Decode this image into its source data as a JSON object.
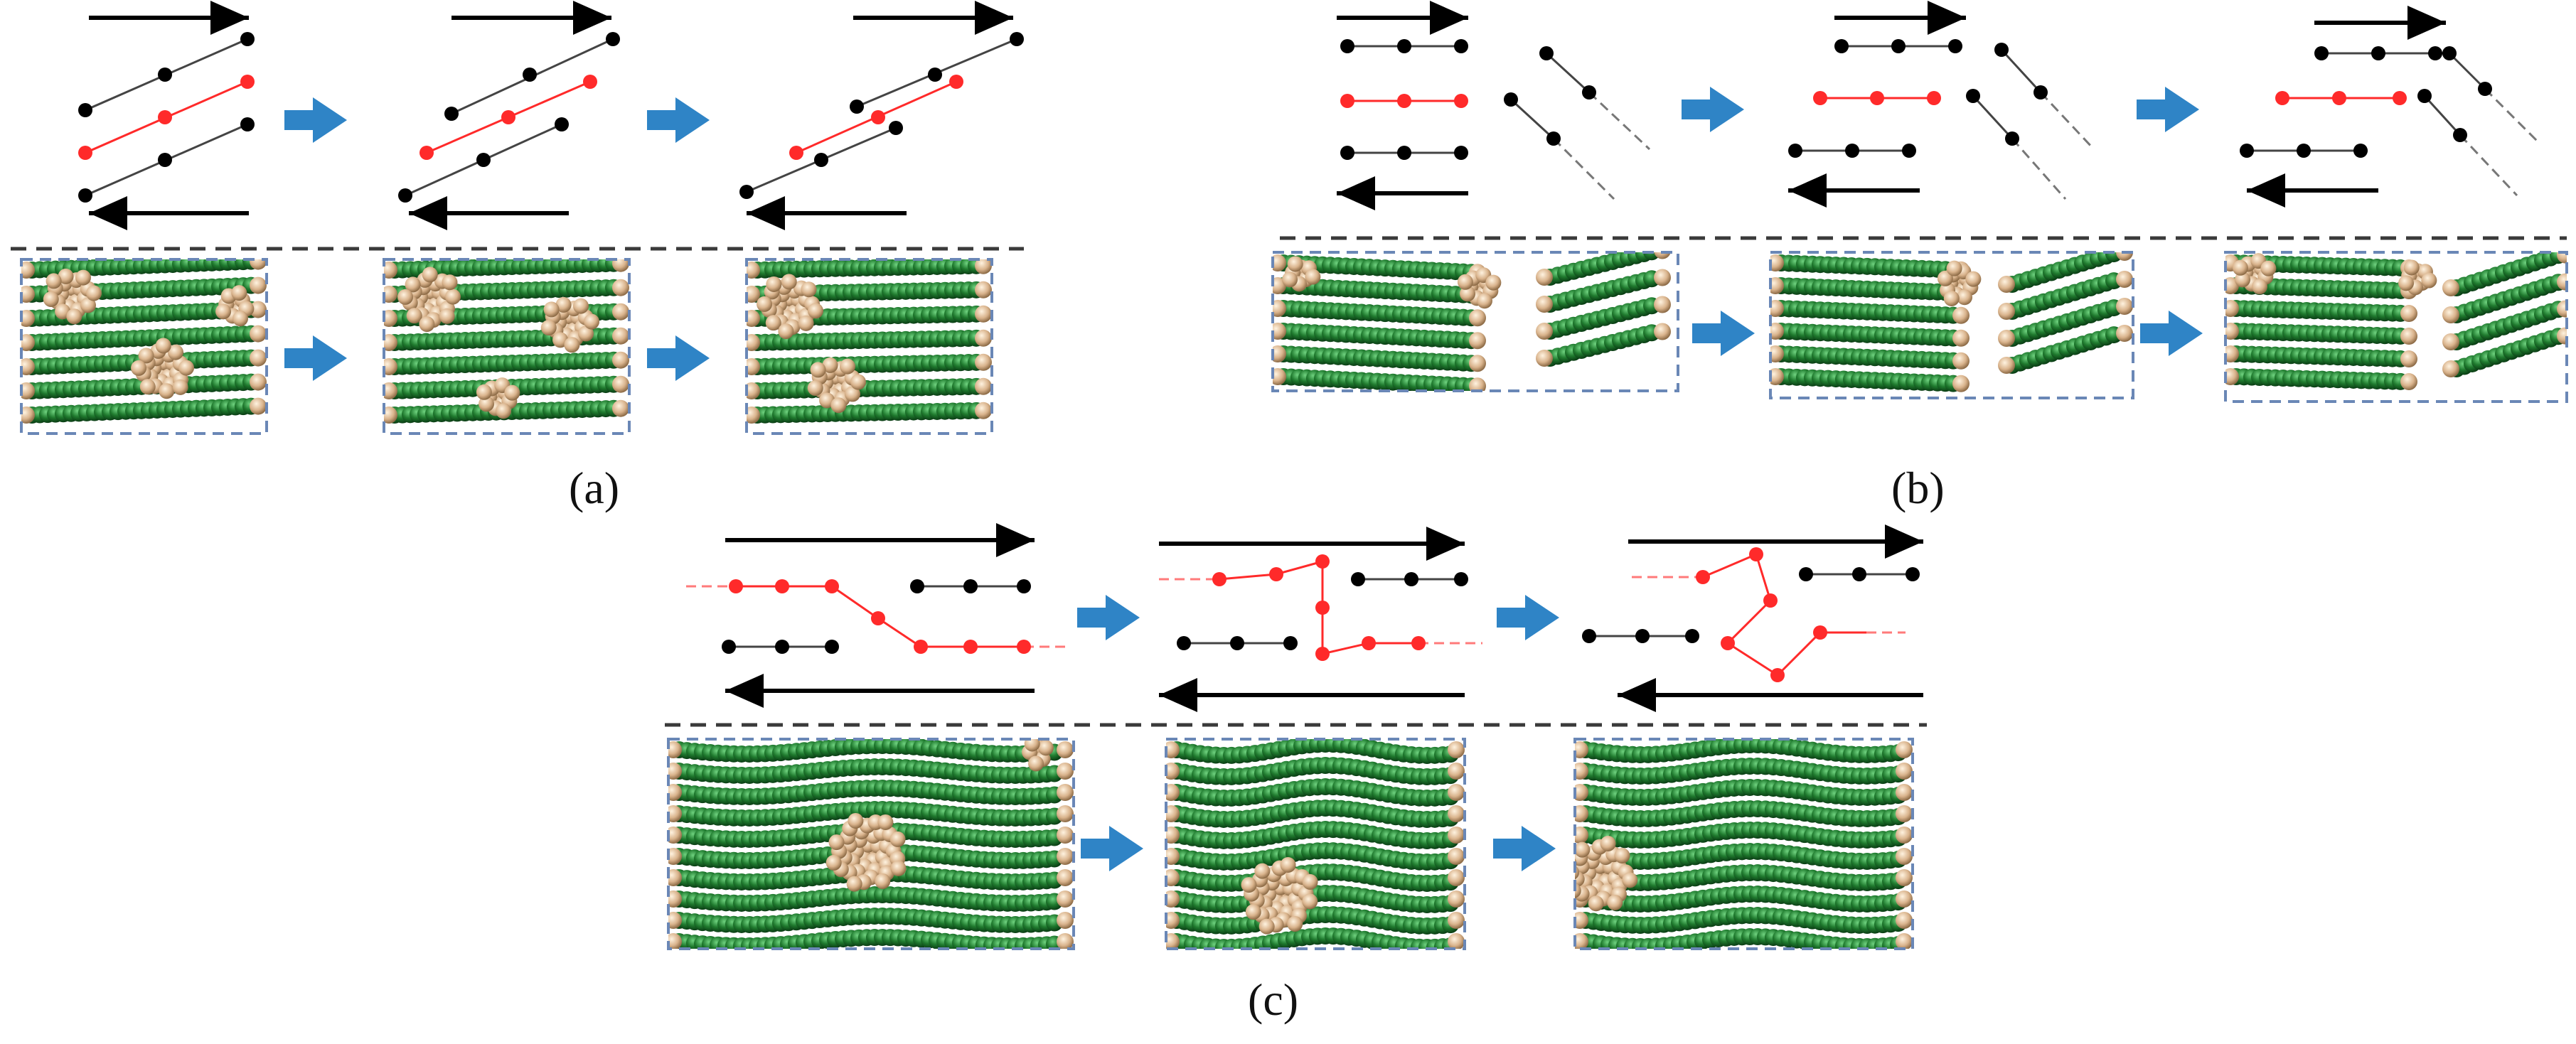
{
  "figure": {
    "panels": [
      {
        "id": "a",
        "label": "(a)"
      },
      {
        "id": "b",
        "label": "(b)"
      },
      {
        "id": "c",
        "label": "(c)"
      }
    ]
  },
  "colors": {
    "chain_black": "#000000",
    "chain_red": "#ff2a2a",
    "arrow_blue": "#2f84c6",
    "dashed_line": "#3a3a3a",
    "frame_dash": "#6a87b6",
    "sim_green": "#1f7a2e",
    "sim_green_dark": "#0d4f1c",
    "sim_tan": "#d9b38c"
  },
  "icons": {
    "step_arrow": "right-arrow-icon",
    "shear_arrow": "shear-direction-arrow-icon"
  }
}
